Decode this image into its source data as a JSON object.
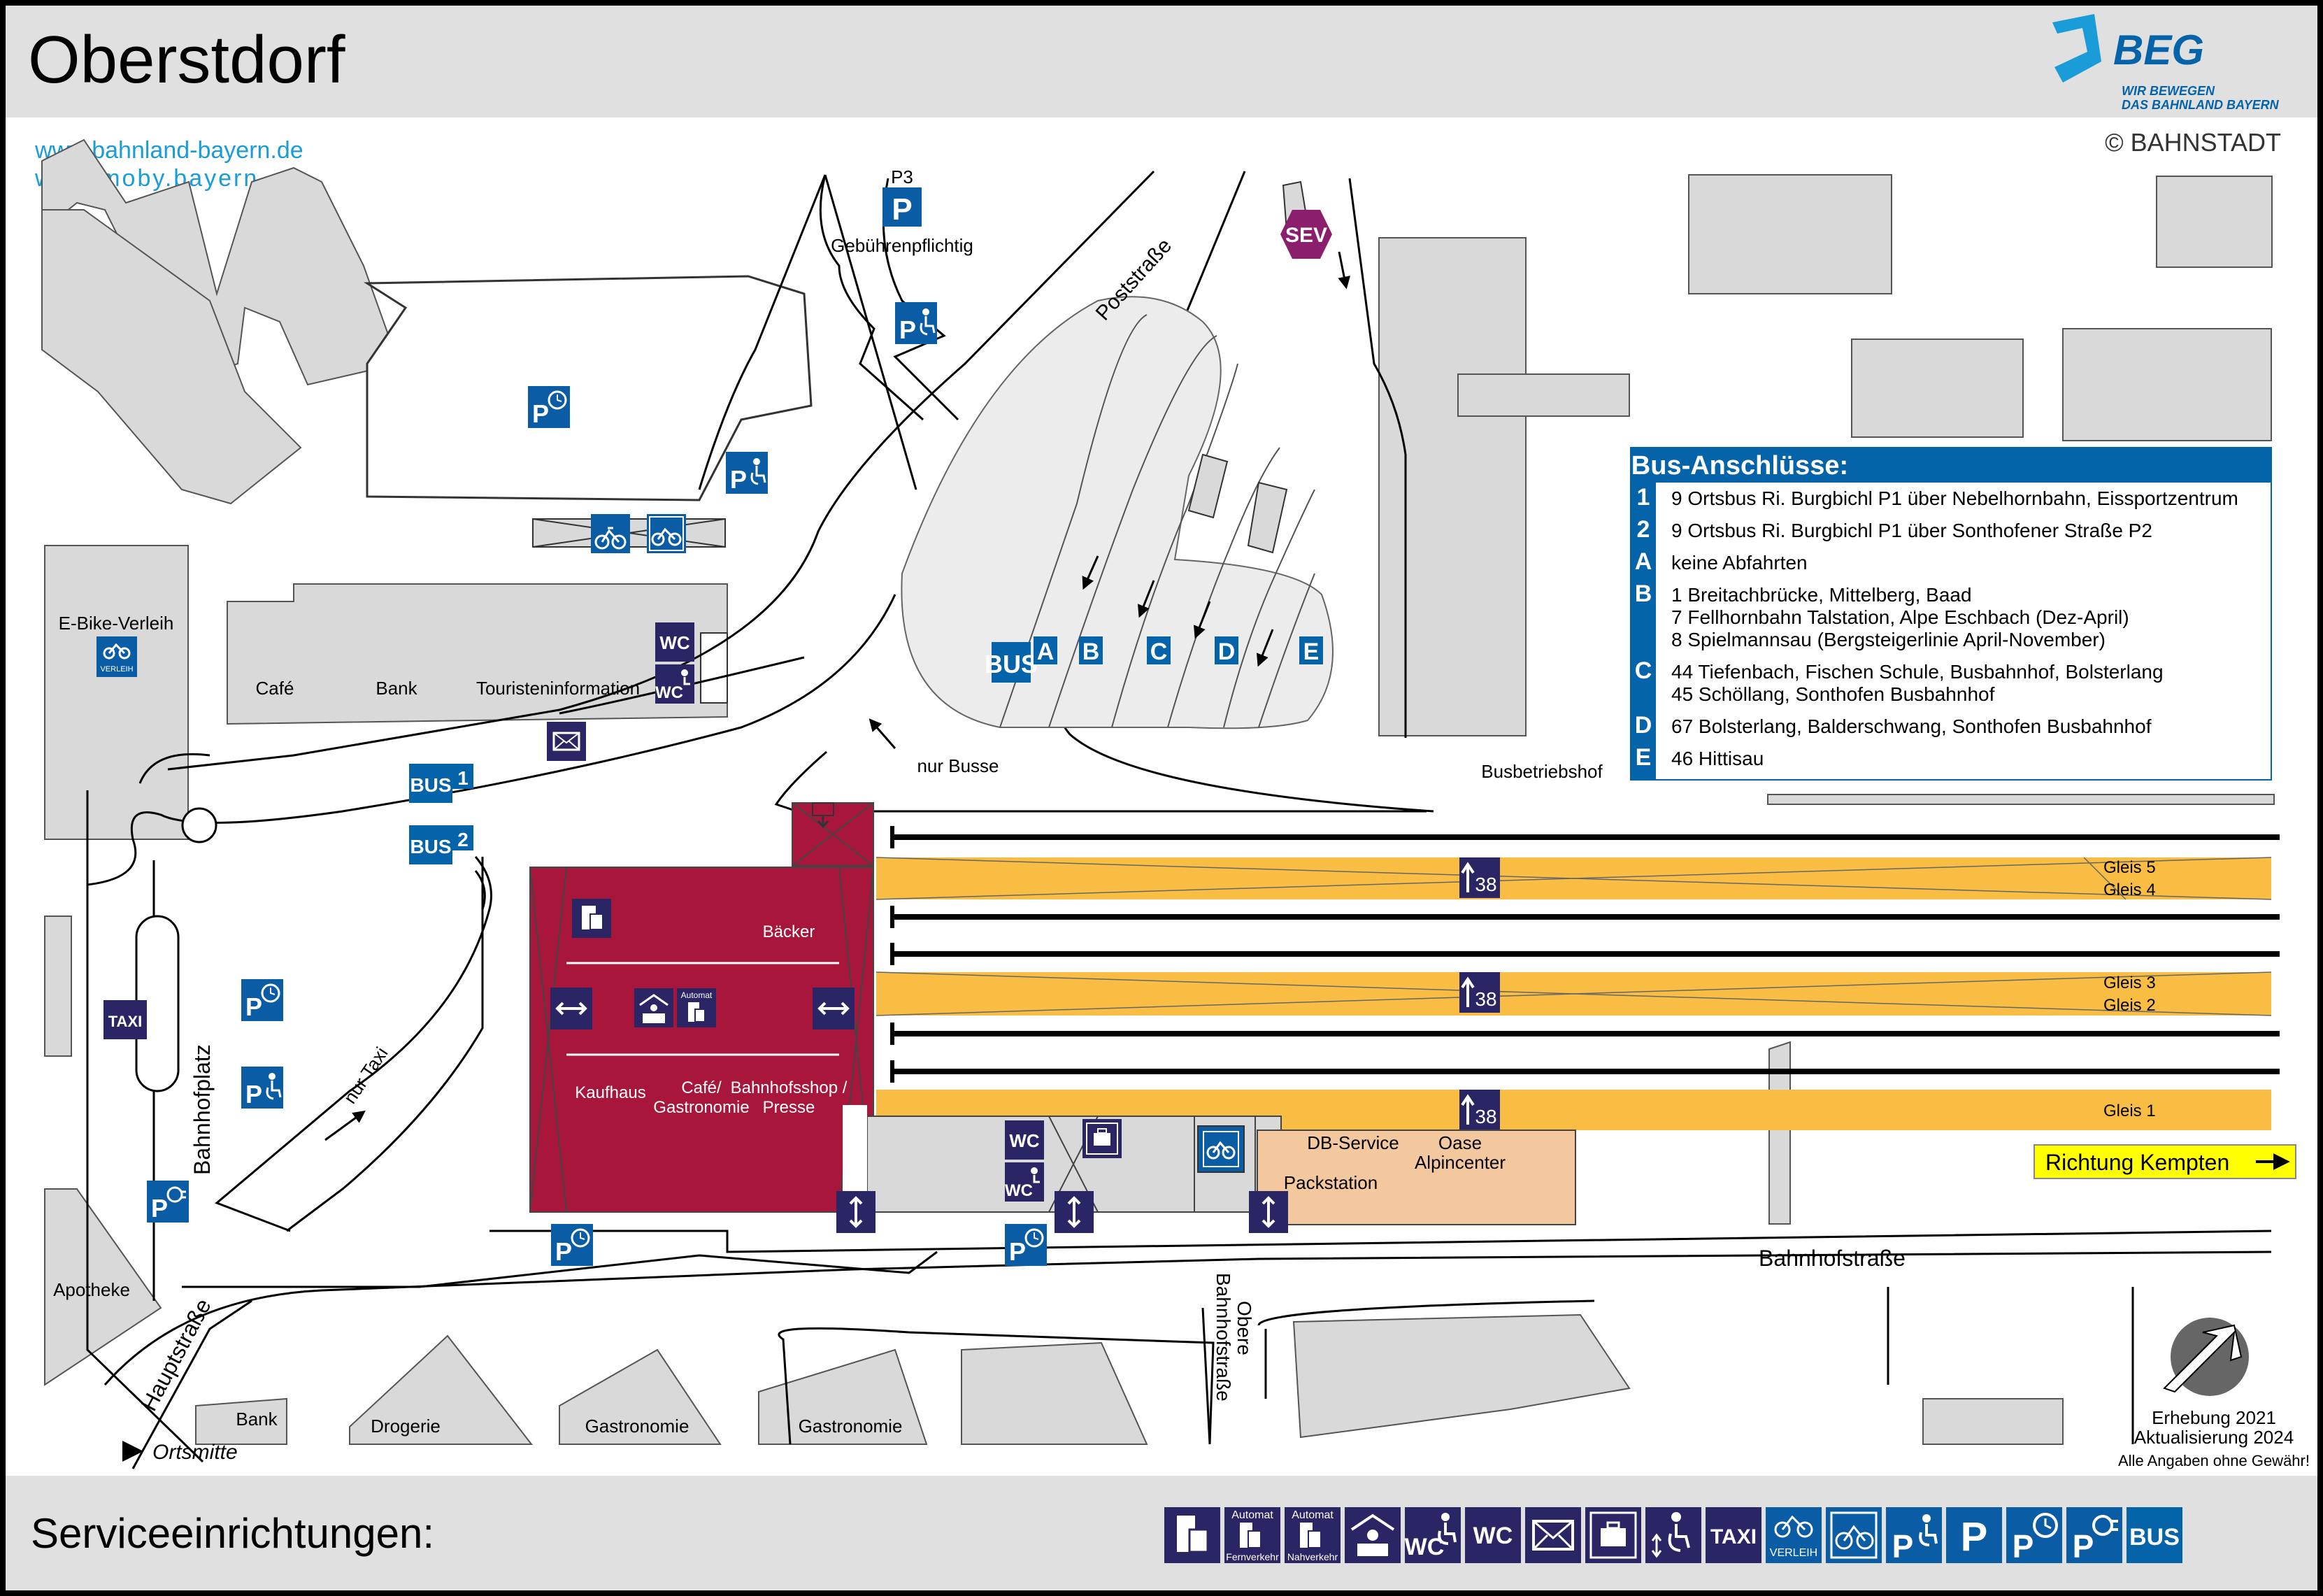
{
  "header": {
    "title": "Oberstdorf",
    "logo_text": "BEG",
    "logo_tagline_1": "WIR BEWEGEN",
    "logo_tagline_2": "DAS BAHNLAND BAYERN",
    "link_1": "www.bahnland-bayern.de",
    "link_2": "www.moby.bayern",
    "copyright": "© BAHNSTADT"
  },
  "bus_connections": {
    "title": "Bus-Anschlüsse:",
    "rows": [
      {
        "key": "1",
        "lines": [
          "9 Ortsbus Ri. Burgbichl P1 über Nebelhornbahn, Eissportzentrum"
        ]
      },
      {
        "key": "2",
        "lines": [
          "9 Ortsbus Ri. Burgbichl P1 über Sonthofener Straße P2"
        ]
      },
      {
        "key": "A",
        "lines": [
          "keine Abfahrten"
        ]
      },
      {
        "key": "B",
        "lines": [
          "1 Breitachbrücke, Mittelberg, Baad",
          "7 Fellhornbahn Talstation, Alpe Eschbach (Dez-April)",
          "8 Spielmannsau (Bergsteigerlinie April-November)"
        ]
      },
      {
        "key": "C",
        "lines": [
          "44 Tiefenbach, Fischen Schule, Busbahnhof, Bolsterlang",
          "45 Schöllang, Sonthofen Busbahnhof"
        ]
      },
      {
        "key": "D",
        "lines": [
          "67 Bolsterlang, Balderschwang, Sonthofen Busbahnhof"
        ]
      },
      {
        "key": "E",
        "lines": [
          "46 Hittisau"
        ]
      }
    ]
  },
  "labels": {
    "p3": "P3",
    "fee": "Gebührenpflichtig",
    "poststrasse": "Poststraße",
    "sev": "SEV",
    "ebike": "E-Bike-Verleih",
    "verleih": "VERLEIH",
    "cafe": "Café",
    "bank": "Bank",
    "tourist": "Touristeninformation",
    "nur_busse": "nur Busse",
    "busbetriebshof": "Busbetriebshof",
    "baecker": "Bäcker",
    "kaufhaus": "Kaufhaus",
    "cafe_gastro": "Café/\nGastronomie",
    "shop": "Bahnhofsshop /\nPresse",
    "automat": "Automat",
    "db_service": "DB-Service",
    "oase": "Oase\nAlpincenter",
    "packstation": "Packstation",
    "taxi": "TAXI",
    "bahnhofplatz": "Bahnhofplatz",
    "nur_taxi": "nur Taxi",
    "apotheke": "Apotheke",
    "hauptstrasse": "Hauptstraße",
    "ortsmitte": "Ortsmitte",
    "bahnhofstrasse": "Bahnhofstraße",
    "obere_bahnhofstrasse": "Obere\nBahnhofstraße",
    "bank2": "Bank",
    "drogerie": "Drogerie",
    "gastronomie": "Gastronomie",
    "richtung": "Richtung Kempten",
    "erhebung": "Erhebung 2021",
    "aktualisierung": "Aktualisierung 2024",
    "disclaimer": "Alle Angaben ohne Gewähr!",
    "gleis_5": "Gleis 5",
    "gleis_4": "Gleis 4",
    "gleis_3": "Gleis 3",
    "gleis_2": "Gleis 2",
    "gleis_1": "Gleis 1",
    "track_height": "38",
    "bus": "BUS",
    "wc": "WC",
    "bays": [
      "A",
      "B",
      "C",
      "D",
      "E"
    ]
  },
  "footer": {
    "title": "Serviceeinrichtungen:",
    "icons": [
      {
        "name": "ticket-machine-icon",
        "label": ""
      },
      {
        "name": "ticket-machine-long-distance-icon",
        "label": "Automat",
        "sub": "Fernverkehr"
      },
      {
        "name": "ticket-machine-regional-icon",
        "label": "Automat",
        "sub": "Nahverkehr"
      },
      {
        "name": "ticket-counter-icon",
        "label": ""
      },
      {
        "name": "accessible-wc-icon",
        "label": "WC"
      },
      {
        "name": "wc-icon",
        "label": "WC"
      },
      {
        "name": "mailbox-icon",
        "label": ""
      },
      {
        "name": "luggage-locker-icon",
        "label": ""
      },
      {
        "name": "accessible-lift-icon",
        "label": ""
      },
      {
        "name": "taxi-icon",
        "label": "TAXI"
      },
      {
        "name": "bike-rental-icon",
        "label": "VERLEIH"
      },
      {
        "name": "bike-parking-icon",
        "label": ""
      },
      {
        "name": "accessible-parking-icon",
        "label": "P"
      },
      {
        "name": "parking-icon",
        "label": "P"
      },
      {
        "name": "short-term-parking-icon",
        "label": "P"
      },
      {
        "name": "ev-charging-parking-icon",
        "label": "P"
      },
      {
        "name": "bus-stop-icon",
        "label": "BUS"
      }
    ]
  },
  "colors": {
    "header_bg": "#e0e0e0",
    "building": "#d9d9d9",
    "station": "#a8173b",
    "platform": "#f9bd44",
    "icon_blue": "#0a5ca5",
    "icon_navy": "#2a2564",
    "bus_blue": "#0563a9",
    "shop": "#f4c89e",
    "sev": "#8c1f6d",
    "yellow": "#ffff00",
    "link": "#1a9cd9"
  }
}
